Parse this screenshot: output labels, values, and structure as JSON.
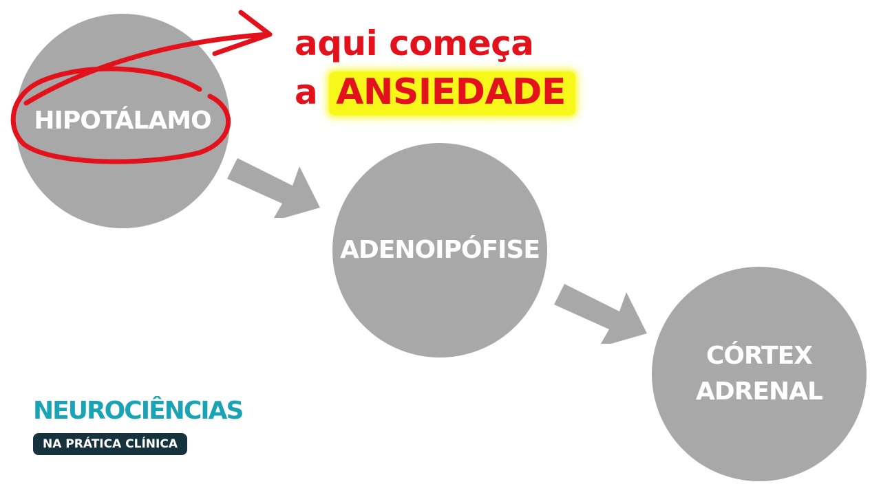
{
  "annotation": {
    "line1": "aqui começa",
    "line2_prefix": "a",
    "line2_highlight": "ANSIEDADE"
  },
  "nodes": [
    {
      "label": "HIPOTÁLAMO"
    },
    {
      "label": "ADENOIPÓFISE"
    },
    {
      "label_line1": "CÓRTEX",
      "label_line2": "ADRENAL"
    }
  ],
  "brand": {
    "title": "NEUROCIÊNCIAS",
    "subtitle": "NA PRÁTICA CLÍNICA"
  },
  "colors": {
    "node": "#a8a8a8",
    "arrow": "#a8a8a8",
    "annotation_red": "#e2111b",
    "highlight_yellow": "#f7f81a",
    "brand_teal": "#1aa3b5",
    "brand_dark": "#16323c"
  }
}
